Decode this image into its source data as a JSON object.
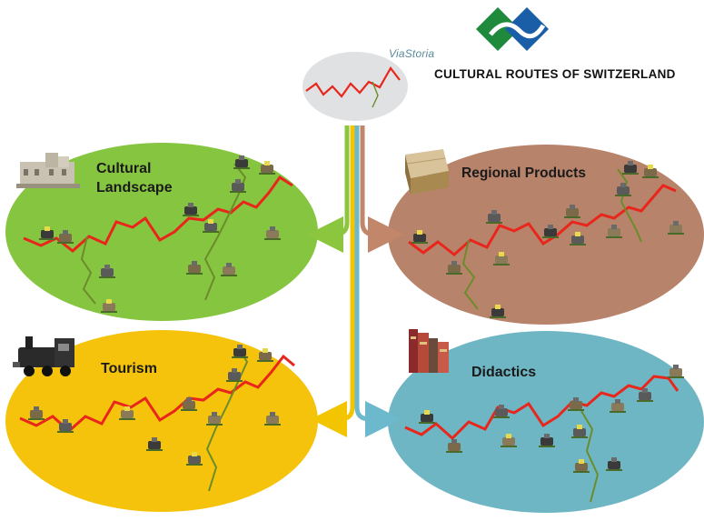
{
  "brand": {
    "script_name": "ViaStoria",
    "title": "CULTURAL ROUTES OF SWITZERLAND",
    "colors": {
      "green": "#1f8a3c",
      "blue": "#1a5ea8"
    }
  },
  "quadrants": [
    {
      "id": "cultural-landscape",
      "label": "Cultural Landscape",
      "color": "#86c540",
      "icon": "castle-icon"
    },
    {
      "id": "regional-products",
      "label": "Regional Products",
      "color": "#b8836b",
      "icon": "wooden-crate-icon"
    },
    {
      "id": "tourism",
      "label": "Tourism",
      "color": "#f5c30c",
      "icon": "steam-locomotive-icon"
    },
    {
      "id": "didactics",
      "label": "Didactics",
      "color": "#6fb6c4",
      "icon": "books-icon"
    }
  ],
  "connectors": [
    {
      "from": "hub",
      "to": "cultural-landscape",
      "color": "#8cc63f"
    },
    {
      "from": "hub",
      "to": "regional-products",
      "color": "#c2866a"
    },
    {
      "from": "hub",
      "to": "tourism",
      "color": "#f2c500"
    },
    {
      "from": "hub",
      "to": "didactics",
      "color": "#6cb8cc"
    }
  ],
  "route_color": "#e8261c",
  "branch_color": "#6b8c2a"
}
